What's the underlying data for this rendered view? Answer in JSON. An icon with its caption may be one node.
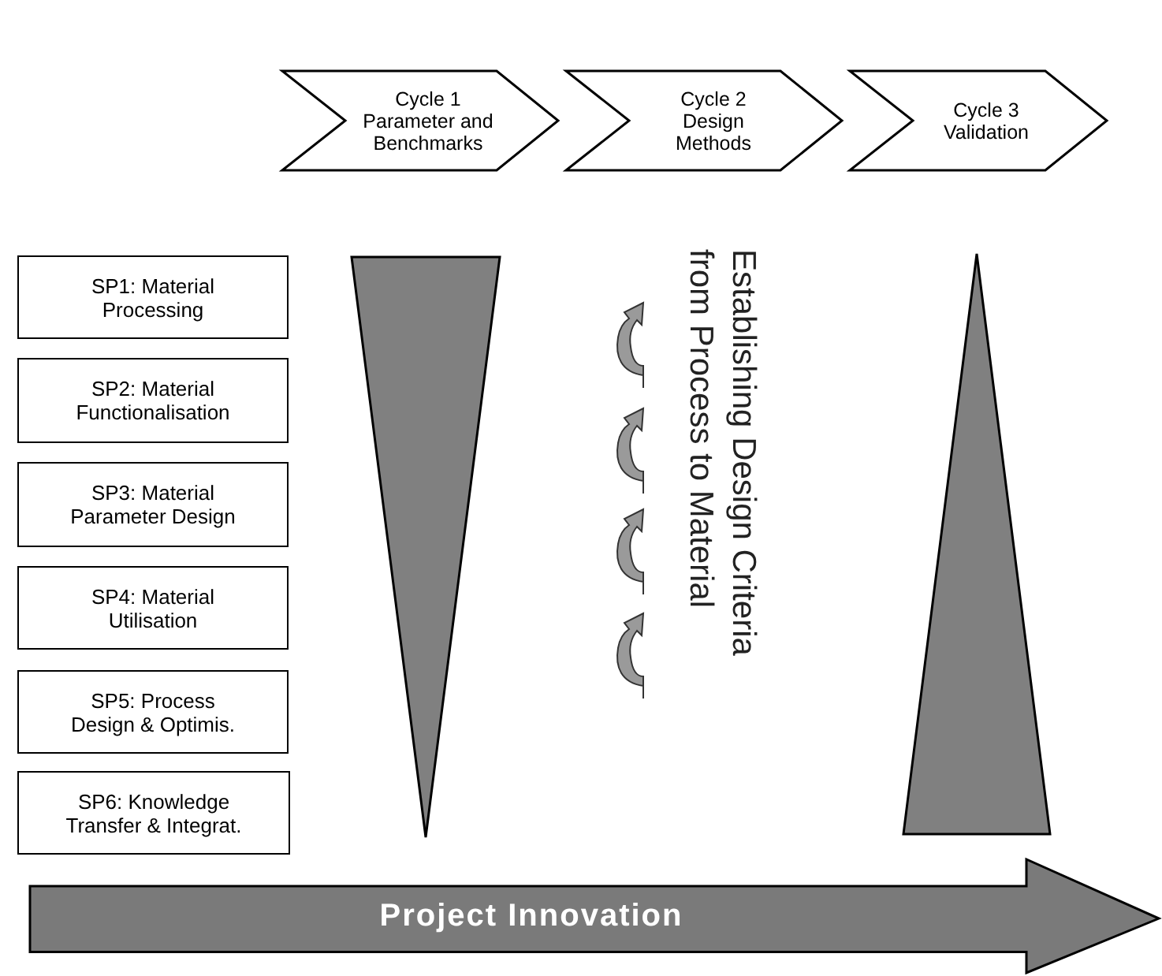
{
  "diagram": {
    "nodes": [
      {
        "text": [
          "Cycle 1 Parameter and Benchmarks"
        ]
      },
      {
        "text": [
          "Cycle 2 Design Methods"
        ]
      },
      {
        "text": [
          "Cycle 3 Validation"
        ]
      },
      {
        "text": [
          "SP1: Material Processing"
        ]
      },
      {
        "text": [
          "SP2: Material Functionalisation"
        ]
      },
      {
        "text": [
          "SP3: Material Parameter Design"
        ]
      },
      {
        "text": [
          "SP4: Material Utilisation"
        ]
      },
      {
        "text": [
          "SP5: Process Design & Optimis."
        ]
      },
      {
        "text": [
          "SP6: Knowledge Transfer & Integrat."
        ]
      },
      {
        "text": [],
        "shape": "triangle"
      },
      {
        "text": [],
        "shape": "triangle"
      },
      {
        "text": [
          "Project Innovation"
        ]
      }
    ],
    "edges": [],
    "labels": [
      "Establishing Design Criteria from Process to Material"
    ]
  }
}
